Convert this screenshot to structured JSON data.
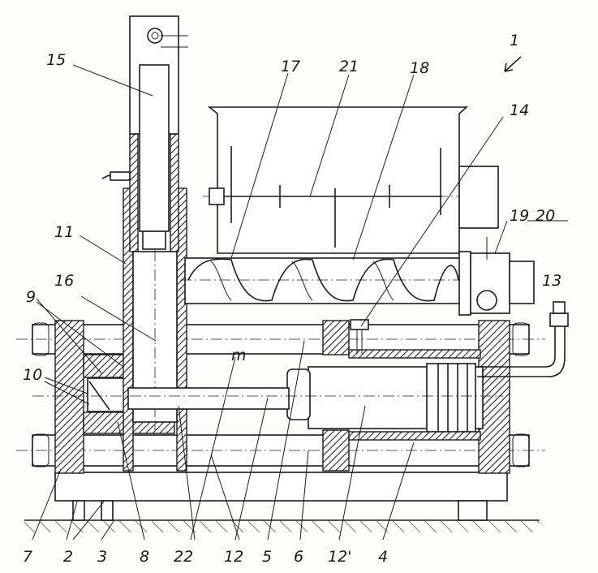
{
  "figure": {
    "labels": [
      {
        "id": "l1",
        "text": "1"
      },
      {
        "id": "l15",
        "text": "15"
      },
      {
        "id": "l17",
        "text": "17"
      },
      {
        "id": "l21",
        "text": "21"
      },
      {
        "id": "l18",
        "text": "18"
      },
      {
        "id": "l14",
        "text": "14"
      },
      {
        "id": "l19",
        "text": "19"
      },
      {
        "id": "l20",
        "text": "20"
      },
      {
        "id": "l11",
        "text": "11"
      },
      {
        "id": "l16",
        "text": "16"
      },
      {
        "id": "l13",
        "text": "13"
      },
      {
        "id": "l9",
        "text": "9"
      },
      {
        "id": "l10",
        "text": "10"
      },
      {
        "id": "lm",
        "text": "m"
      },
      {
        "id": "l7",
        "text": "7"
      },
      {
        "id": "l2",
        "text": "2"
      },
      {
        "id": "l3",
        "text": "3"
      },
      {
        "id": "l8",
        "text": "8"
      },
      {
        "id": "l22",
        "text": "22"
      },
      {
        "id": "l12",
        "text": "12"
      },
      {
        "id": "l5",
        "text": "5"
      },
      {
        "id": "l6",
        "text": "6"
      },
      {
        "id": "l12p",
        "text": "12'"
      },
      {
        "id": "l4",
        "text": "4"
      }
    ]
  }
}
